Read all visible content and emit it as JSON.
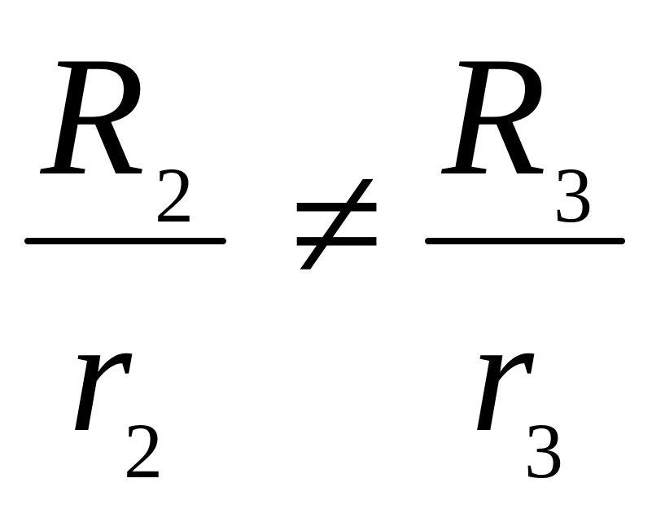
{
  "equation": {
    "left_fraction": {
      "numerator": {
        "symbol": "R",
        "subscript": "2"
      },
      "denominator": {
        "symbol": "r",
        "subscript": "2"
      }
    },
    "relation": "≠",
    "right_fraction": {
      "numerator": {
        "symbol": "R",
        "subscript": "3"
      },
      "denominator": {
        "symbol": "r",
        "subscript": "3"
      }
    }
  },
  "colors": {
    "ink": "#000000",
    "background": "#ffffff"
  }
}
